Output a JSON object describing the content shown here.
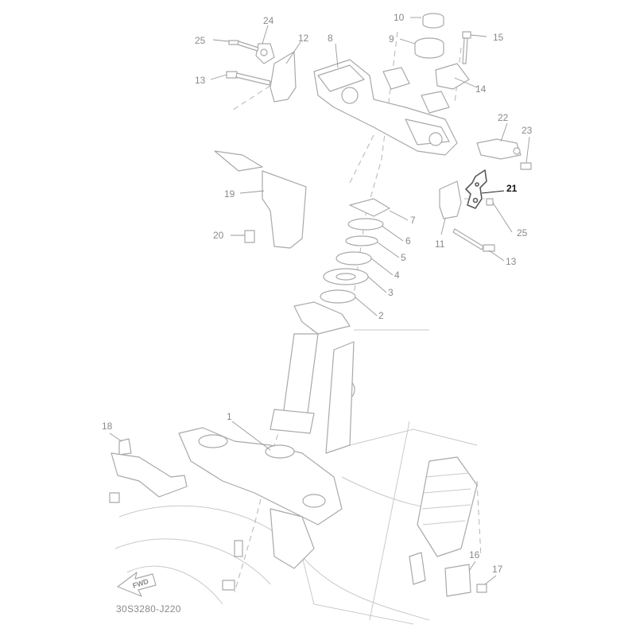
{
  "diagram_code": "30S3280-J220",
  "forward_label": "FWD",
  "highlight_color": "#111111",
  "line_color": "#a9a9a9",
  "callouts": [
    {
      "id": "p1",
      "label": "1"
    },
    {
      "id": "p2",
      "label": "2"
    },
    {
      "id": "p3",
      "label": "3"
    },
    {
      "id": "p4",
      "label": "4"
    },
    {
      "id": "p5",
      "label": "5"
    },
    {
      "id": "p6",
      "label": "6"
    },
    {
      "id": "p7",
      "label": "7"
    },
    {
      "id": "p8",
      "label": "8"
    },
    {
      "id": "p9",
      "label": "9"
    },
    {
      "id": "p10",
      "label": "10"
    },
    {
      "id": "p11",
      "label": "11"
    },
    {
      "id": "p12",
      "label": "12"
    },
    {
      "id": "p13a",
      "label": "13"
    },
    {
      "id": "p13b",
      "label": "13"
    },
    {
      "id": "p14",
      "label": "14"
    },
    {
      "id": "p15",
      "label": "15"
    },
    {
      "id": "p16",
      "label": "16"
    },
    {
      "id": "p17",
      "label": "17"
    },
    {
      "id": "p18",
      "label": "18"
    },
    {
      "id": "p19",
      "label": "19"
    },
    {
      "id": "p20",
      "label": "20"
    },
    {
      "id": "p21",
      "label": "21",
      "highlighted": true
    },
    {
      "id": "p22",
      "label": "22"
    },
    {
      "id": "p23",
      "label": "23"
    },
    {
      "id": "p24",
      "label": "24"
    },
    {
      "id": "p25a",
      "label": "25"
    },
    {
      "id": "p25b",
      "label": "25"
    }
  ]
}
